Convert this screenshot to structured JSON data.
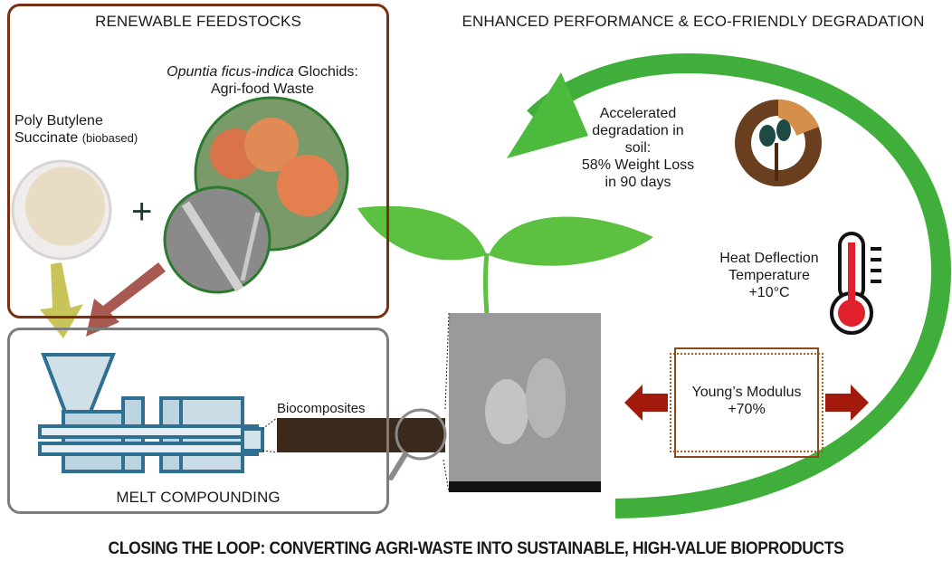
{
  "diagram": {
    "footer_title": "CLOSING THE LOOP: CONVERTING AGRI-WASTE INTO SUSTAINABLE, HIGH-VALUE BIOPRODUCTS",
    "feedstocks": {
      "title": "RENEWABLE FEEDSTOCKS",
      "pbs_line1": "Poly Butylene",
      "pbs_line2": "Succinate",
      "pbs_note": "(biobased)",
      "glochids_italic": "Opuntia ficus-indica",
      "glochids_rest": " Glochids:",
      "glochids_line2": "Agri-food Waste",
      "plus": "+"
    },
    "melt": {
      "title": "MELT COMPOUNDING",
      "output_label": "Biocomposites"
    },
    "performance": {
      "title": "ENHANCED PERFORMANCE & ECO-FRIENDLY DEGRADATION",
      "degradation_lines": [
        "Accelerated",
        "degradation in soil:",
        "58% Weight Loss",
        "in 90 days"
      ],
      "hdt_lines": [
        "Heat Deflection",
        "Temperature",
        "+10°C"
      ],
      "modulus_lines": [
        "Young’s Modulus",
        "+70%"
      ]
    },
    "colors": {
      "feed_border": "#7a2e12",
      "melt_border": "#7d7d7d",
      "leaf_green": "#5cc040",
      "loop_green": "#3fae3a",
      "extruder_blue": "#2f6f92",
      "arrow_red": "#a21a0c",
      "thermo_red": "#e0202a",
      "pbs_arrow": "#c9c45a",
      "glochid_arrow": "#a85a52"
    }
  }
}
